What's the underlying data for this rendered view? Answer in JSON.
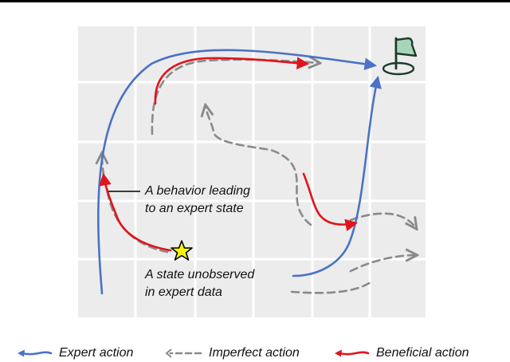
{
  "annotations": {
    "behavior_line1": "A behavior leading",
    "behavior_line2": "to an expert state",
    "state_line1": "A state unobserved",
    "state_line2": "in expert data"
  },
  "legend": {
    "expert": "Expert action",
    "imperfect": "Imperfect action",
    "beneficial": "Beneficial action"
  },
  "colors": {
    "expert": "#4a72c6",
    "imperfect": "#8a8a8a",
    "beneficial": "#e0141c",
    "grid_bg": "#ececec",
    "star": "#f5f50a",
    "flag": "#a8d5b8"
  }
}
